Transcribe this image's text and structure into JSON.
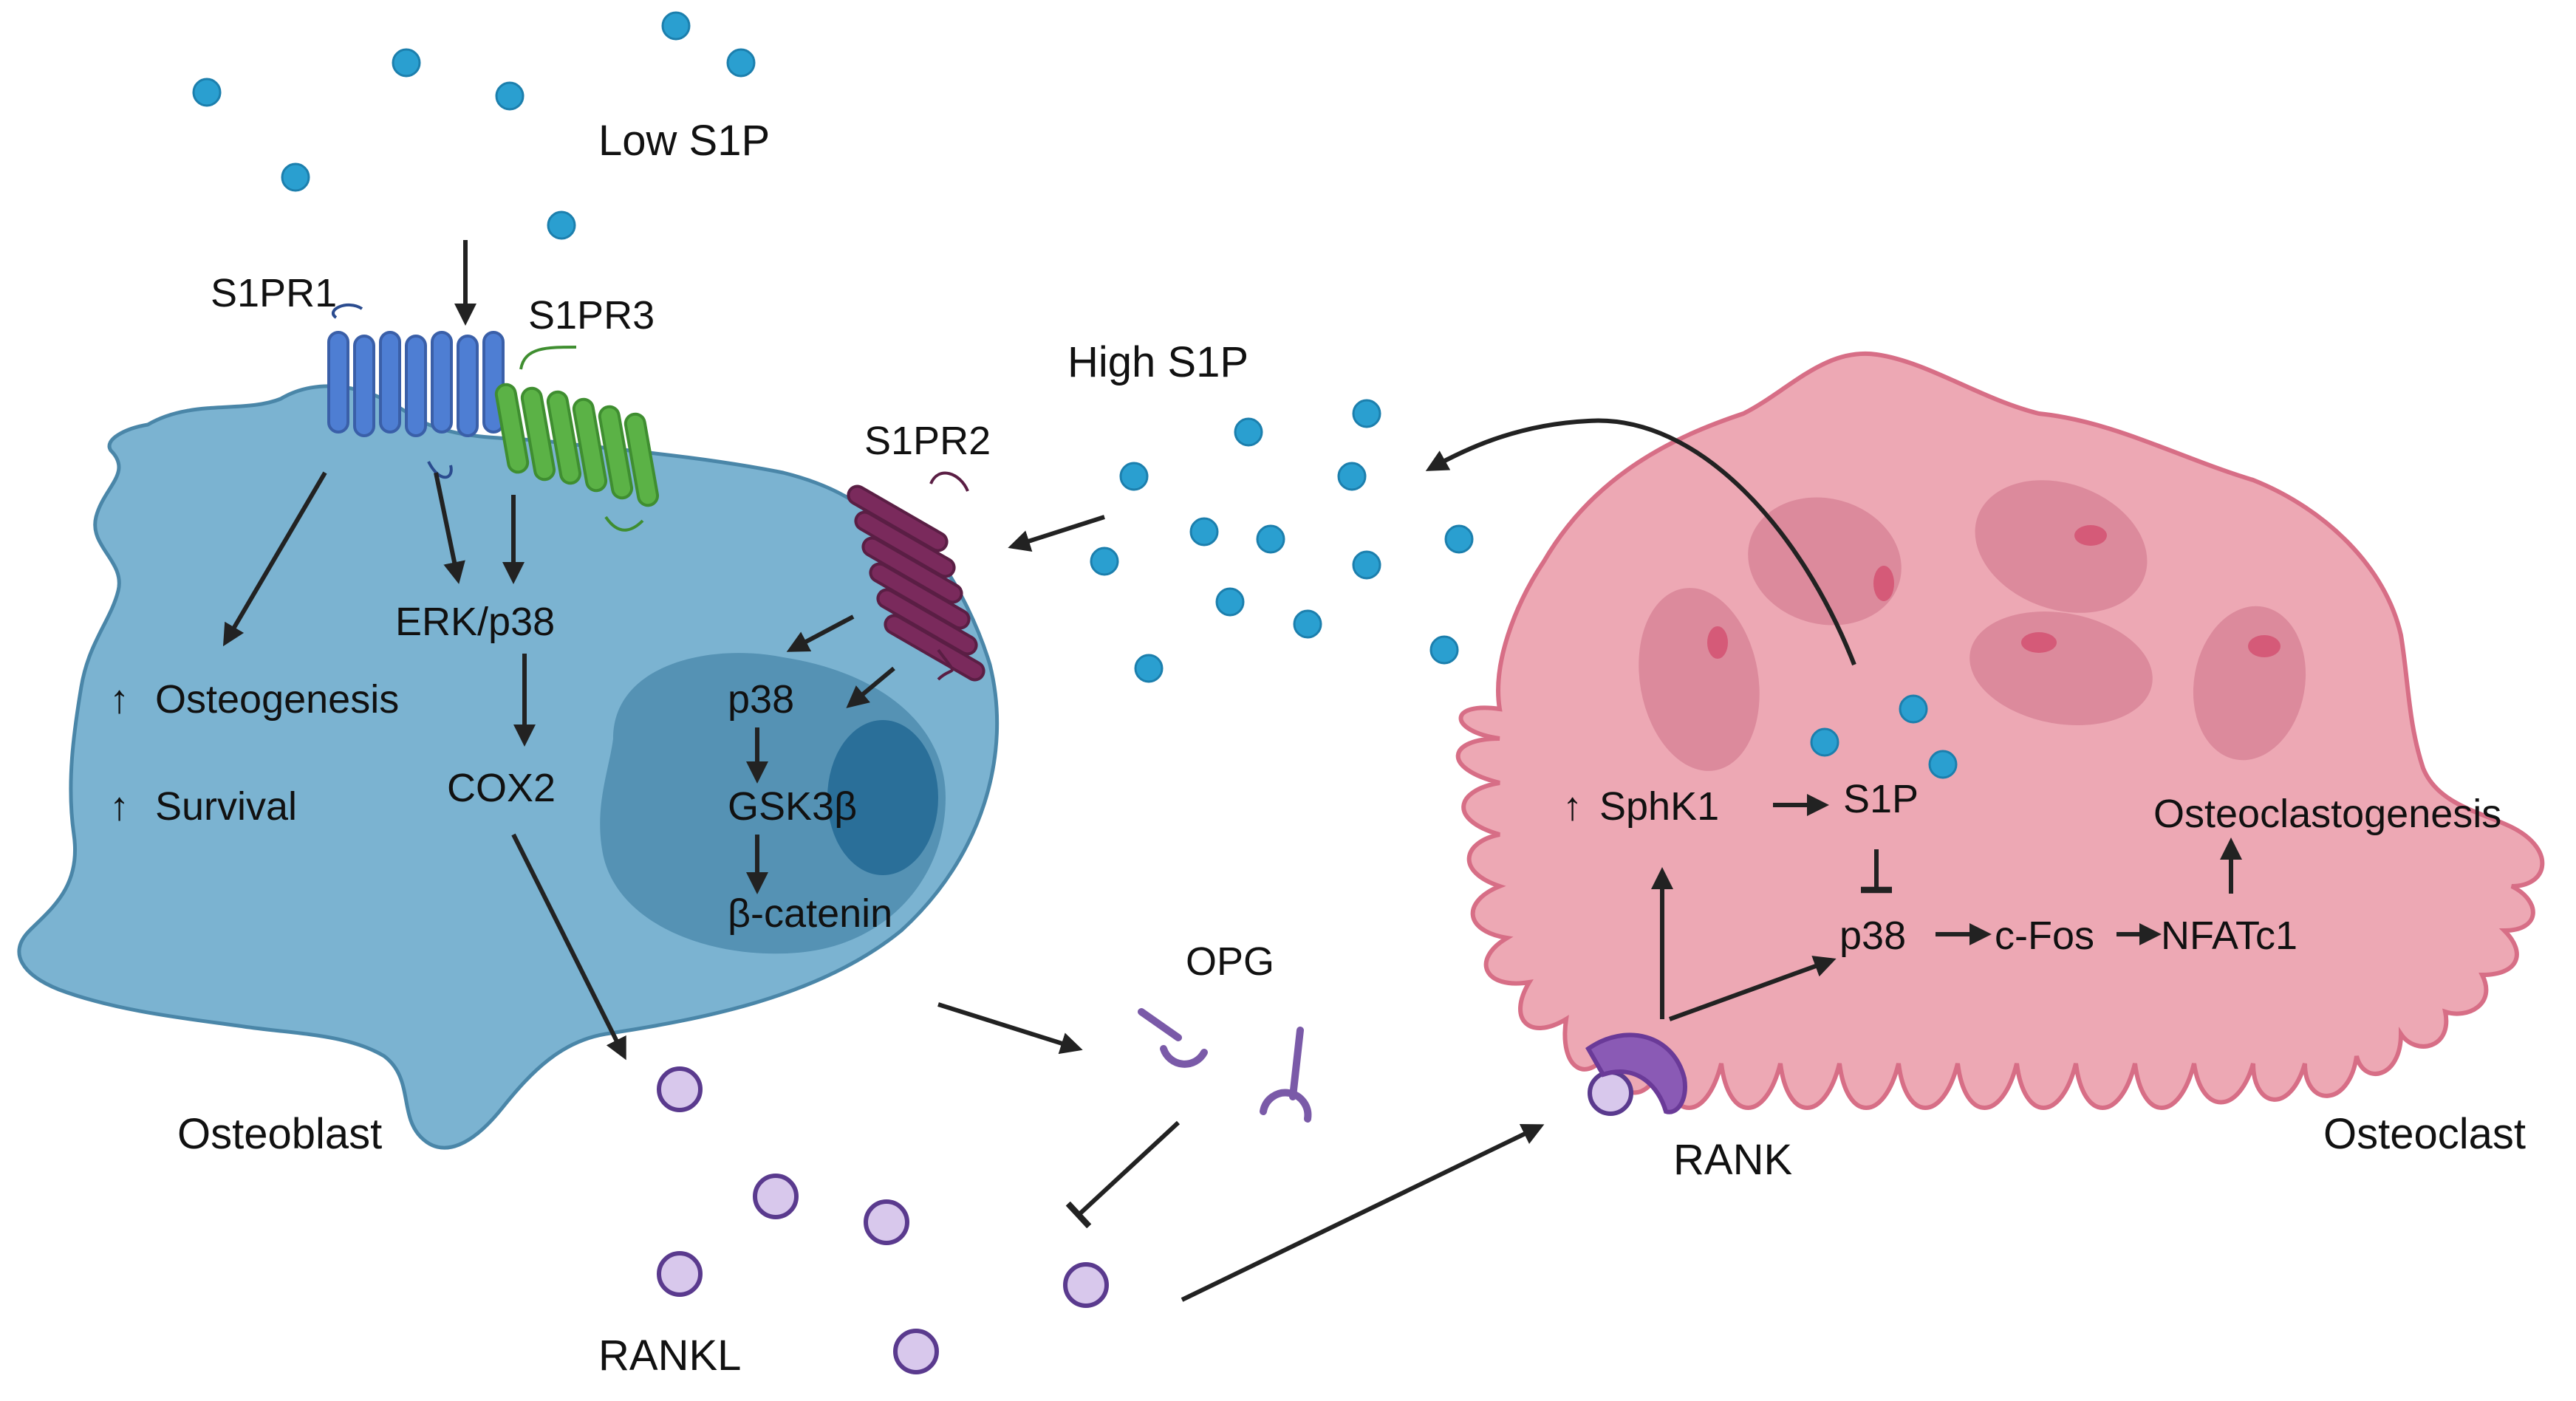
{
  "labels": {
    "low_s1p": "Low S1P",
    "high_s1p": "High S1P",
    "s1pr1": "S1PR1",
    "s1pr3": "S1PR3",
    "s1pr2": "S1PR2",
    "erk_p38": "ERK/p38",
    "cox2": "COX2",
    "osteogenesis": "Osteogenesis",
    "survival": "Survival",
    "p38_nuc": "p38",
    "gsk3b": "GSK3β",
    "bcatenin": "β-catenin",
    "osteoblast": "Osteoblast",
    "opg": "OPG",
    "rankl": "RANKL",
    "rank": "RANK",
    "osteoclast": "Osteoclast",
    "sphk1": "SphK1",
    "s1p_oc": "S1P",
    "p38_oc": "p38",
    "cfos": "c-Fos",
    "nfatc1": "NFATc1",
    "osteoclastogenesis": "Osteoclastogenesis",
    "up_arrow": "↑"
  },
  "colors": {
    "osteoblast_fill": "#7bb3d1",
    "osteoblast_stroke": "#4a86a8",
    "nucleus_outer": "#5592b4",
    "nucleus_inner": "#2a6f99",
    "osteoclast_fill": "#eda8b4",
    "osteoclast_stroke": "#d76e86",
    "oc_nucleus": "#dc8a9c",
    "oc_nucleolus": "#d55a78",
    "s1p_dot": "#2a9fd0",
    "s1pr1": "#4e7ed3",
    "s1pr3": "#5bb246",
    "s1pr2": "#7a2a5c",
    "rankl": "#d8c8ec",
    "rankl_stroke": "#5a3a8e",
    "opg": "#7a5aa8"
  }
}
